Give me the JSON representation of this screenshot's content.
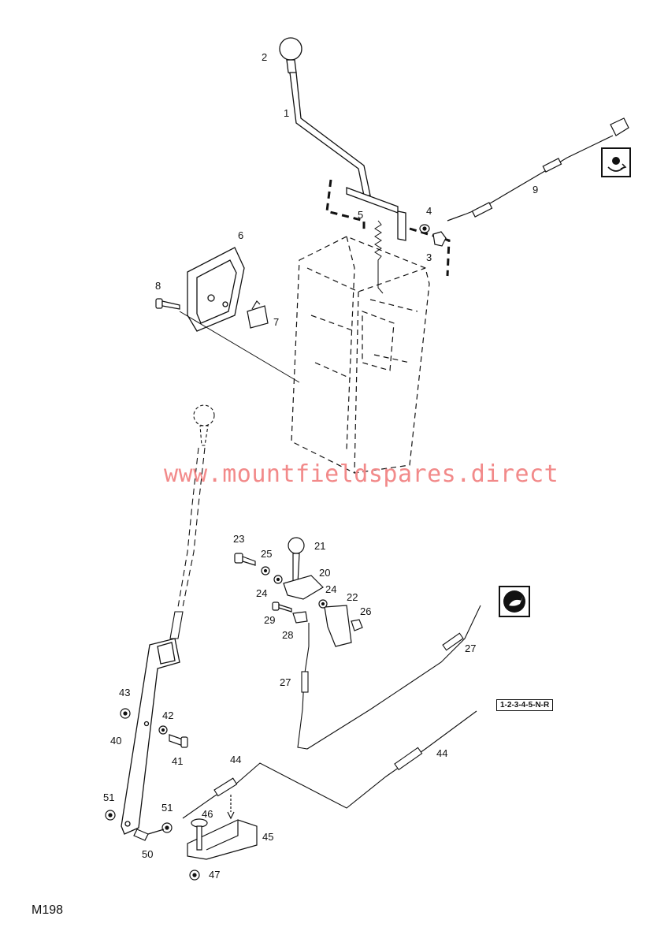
{
  "document": {
    "code": "M198",
    "watermark": "www.mountfieldspares.direct",
    "gear_badge": "1-2-3-4-5-N-R"
  },
  "icons": {
    "top_icon": "blade-engage-icon",
    "mid_icon": "rabbit-fast-speed-icon"
  },
  "parts": [
    {
      "ref": "1"
    },
    {
      "ref": "2"
    },
    {
      "ref": "3"
    },
    {
      "ref": "4"
    },
    {
      "ref": "5"
    },
    {
      "ref": "6"
    },
    {
      "ref": "7"
    },
    {
      "ref": "8"
    },
    {
      "ref": "9"
    },
    {
      "ref": "20"
    },
    {
      "ref": "21"
    },
    {
      "ref": "22"
    },
    {
      "ref": "23"
    },
    {
      "ref": "24"
    },
    {
      "ref": "24"
    },
    {
      "ref": "25"
    },
    {
      "ref": "26"
    },
    {
      "ref": "27"
    },
    {
      "ref": "27"
    },
    {
      "ref": "28"
    },
    {
      "ref": "29"
    },
    {
      "ref": "40"
    },
    {
      "ref": "41"
    },
    {
      "ref": "42"
    },
    {
      "ref": "43"
    },
    {
      "ref": "44"
    },
    {
      "ref": "44"
    },
    {
      "ref": "45"
    },
    {
      "ref": "46"
    },
    {
      "ref": "47"
    },
    {
      "ref": "50"
    },
    {
      "ref": "51"
    },
    {
      "ref": "51"
    }
  ]
}
